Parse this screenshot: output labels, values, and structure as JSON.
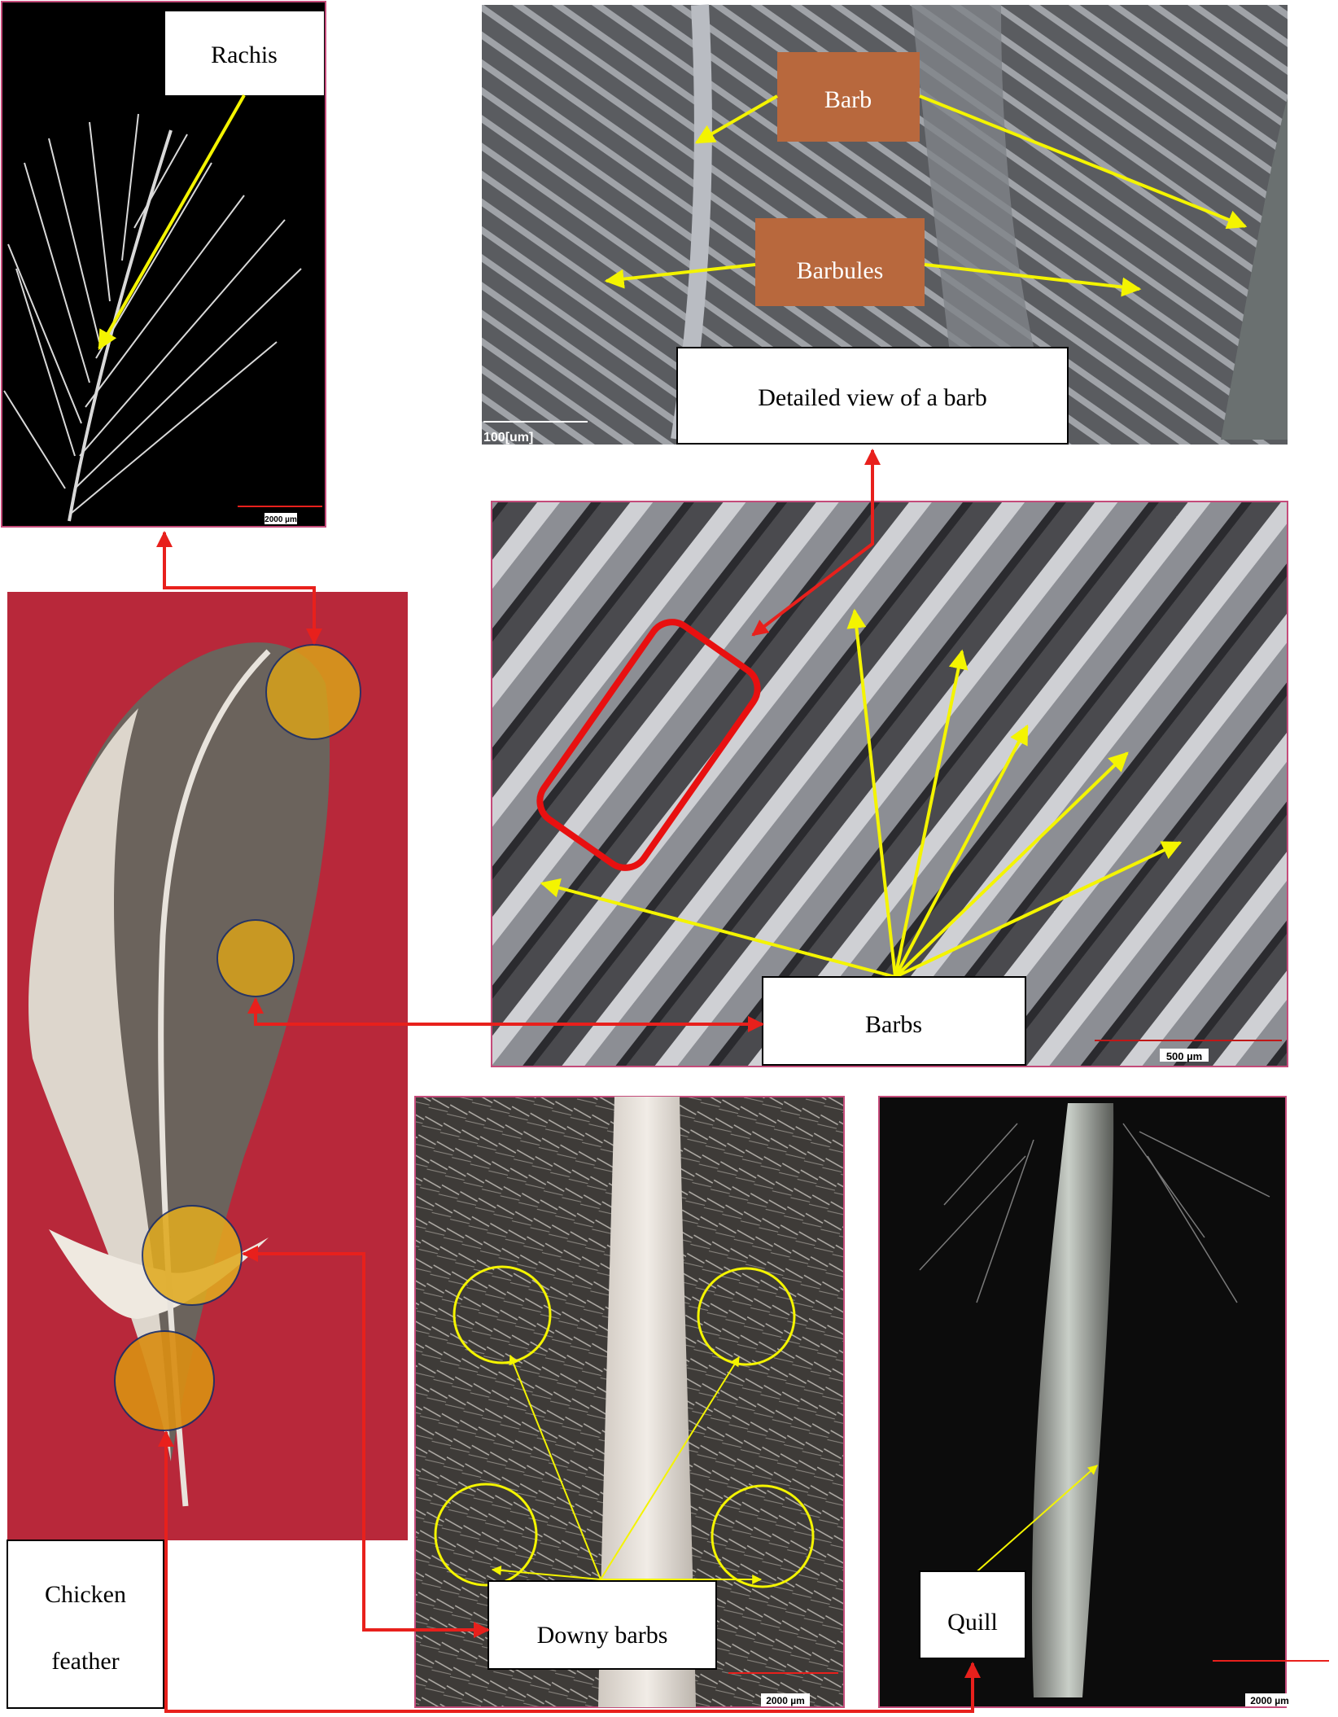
{
  "labels": {
    "rachis": "Rachis",
    "barb": "Barb",
    "barbules": "Barbules",
    "detailed_view": "Detailed view of a barb",
    "barbs": "Barbs",
    "chicken_line1": "Chicken",
    "chicken_line2": "feather",
    "downy_barbs": "Downy barbs",
    "quill": "Quill"
  },
  "scale_bars": {
    "rachis": "2000 µm",
    "sem": "100[um]",
    "barbs": "500 µm",
    "downy": "2000 µm",
    "quill": "2000 µm"
  },
  "colors": {
    "connector": "#e8201c",
    "pointer": "#f4f400",
    "highlight_region": "#d9a21a",
    "label_patch": "#b8683d",
    "feather_background": "#b8283a",
    "selection_box": "#e81010"
  }
}
